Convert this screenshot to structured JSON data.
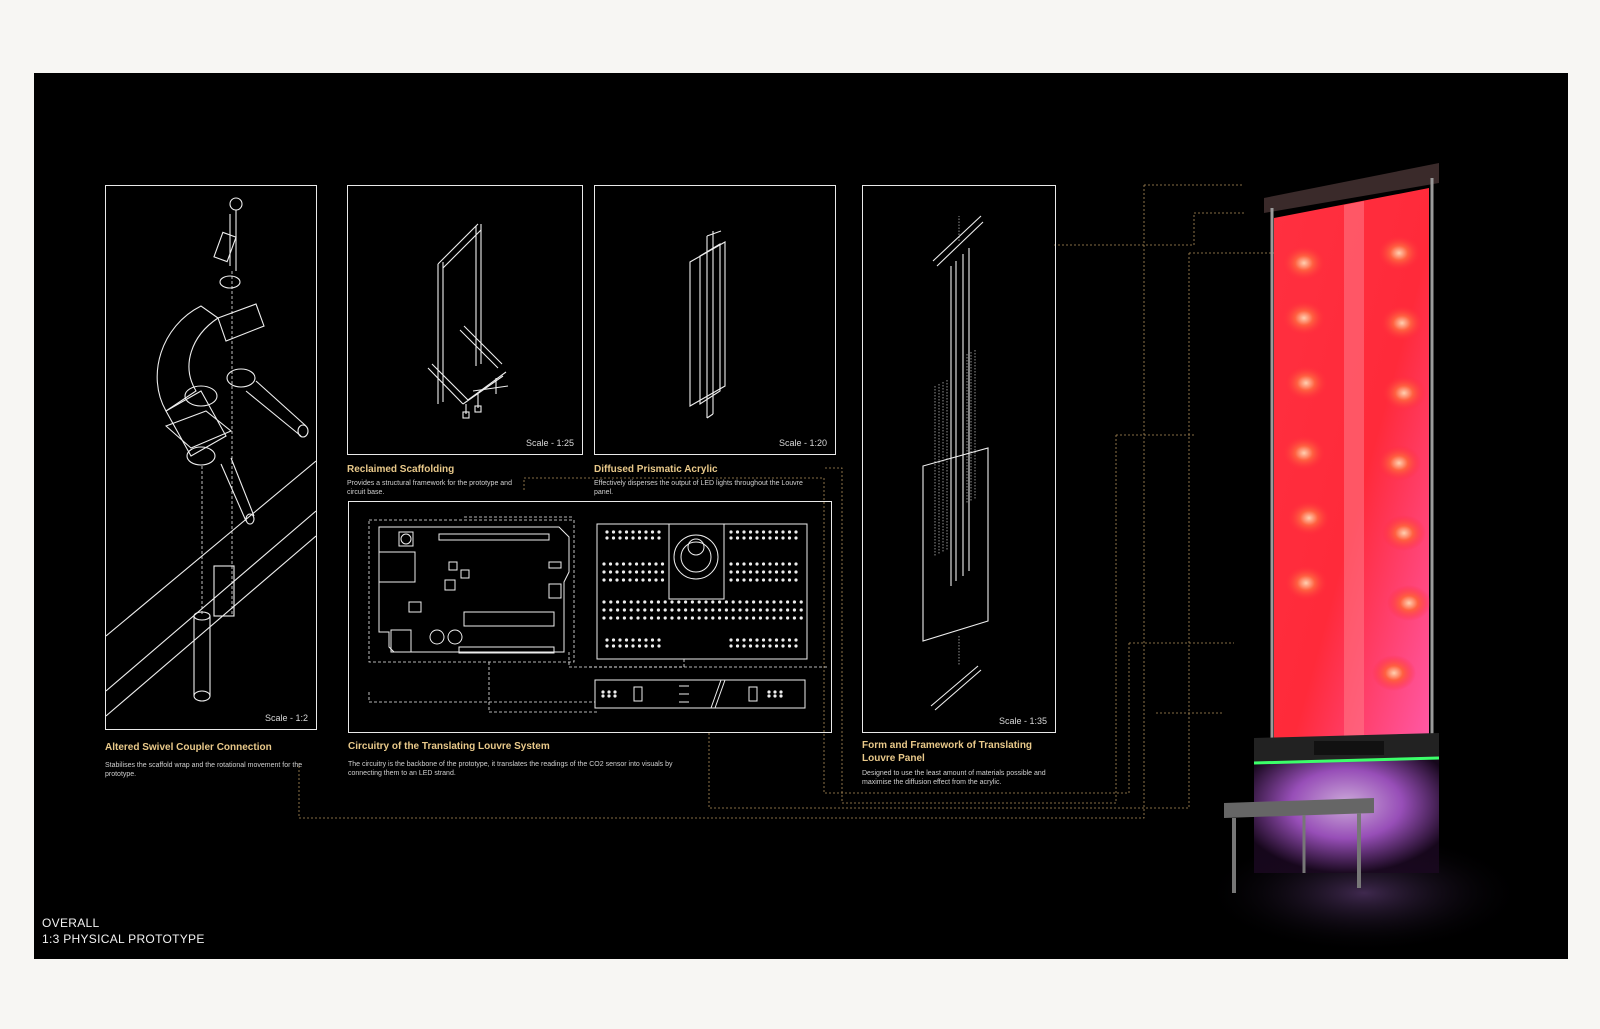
{
  "panels": {
    "coupler": {
      "title": "Altered Swivel Coupler Connection",
      "description": "Stabilises the scaffold wrap and the rotational movement for the prototype.",
      "scale": "Scale - 1:2"
    },
    "scaffolding": {
      "title": "Reclaimed Scaffolding",
      "description": "Provides a structural framework for the prototype and circuit base.",
      "scale": "Scale - 1:25"
    },
    "acrylic": {
      "title": "Diffused Prismatic Acrylic",
      "description": "Effectively disperses the output of LED lights throughout the Louvre panel.",
      "scale": "Scale - 1:20"
    },
    "circuitry": {
      "title": "Circuitry of the Translating Louvre System",
      "description": "The circuitry is the backbone of the prototype, it translates the readings of the CO2 sensor into visuals by connecting them to an LED strand."
    },
    "framework": {
      "title": "Form and Framework of Translating Louvre Panel",
      "description": "Designed to use the least amount of materials possible and maximise the diffusion effect from the acrylic.",
      "scale": "Scale - 1:35"
    }
  },
  "caption": {
    "line1": "OVERALL",
    "line2": "1:3 PHYSICAL PROTOTYPE"
  },
  "colors": {
    "background": "#000000",
    "line": "#e9e9e9",
    "title_accent": "#e9c98a",
    "glow_red": "#ff2a3a",
    "glow_pink": "#ff4fa0",
    "glow_green": "#3cff6a"
  }
}
